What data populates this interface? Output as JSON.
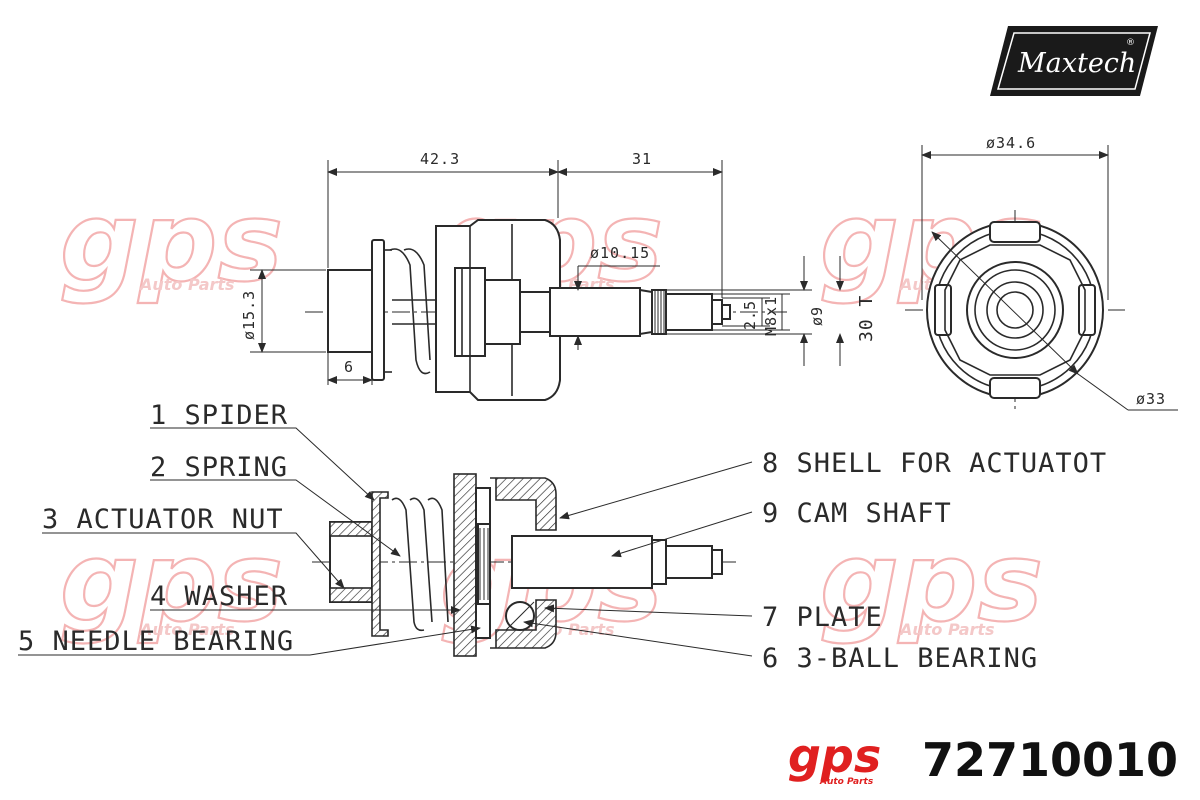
{
  "brand": {
    "logo_text": "Maxtech",
    "registered_mark": "®",
    "watermark_text": "gps",
    "watermark_sub": "Auto Parts",
    "bottom_logo_text": "gps",
    "bottom_logo_sub": "Auto Parts"
  },
  "part_number": "72710010",
  "dimensions": {
    "d_42_3": "42.3",
    "d_31": "31",
    "d_10_15": "ø10.15",
    "d_15_3": "ø15.3",
    "d_6": "6",
    "d_2_5": "2.5",
    "d_m8x1": "M8x1",
    "d_9": "ø9",
    "d_30t": "30 T",
    "d_34_6": "ø34.6",
    "d_33": "ø33"
  },
  "parts": [
    {
      "label": "1 SPIDER"
    },
    {
      "label": "2 SPRING"
    },
    {
      "label": "3 ACTUATOR NUT"
    },
    {
      "label": "4 WASHER"
    },
    {
      "label": "5 NEEDLE BEARING"
    },
    {
      "label": "8 SHELL FOR ACTUATOT"
    },
    {
      "label": "9 CAM SHAFT"
    },
    {
      "label": "7 PLATE"
    },
    {
      "label": "6 3-BALL BEARING"
    }
  ],
  "colors": {
    "line": "#2a2a2a",
    "watermark": "#f4b4b4",
    "logo_bg": "#1a1a1a",
    "accent_red": "#e02020"
  }
}
